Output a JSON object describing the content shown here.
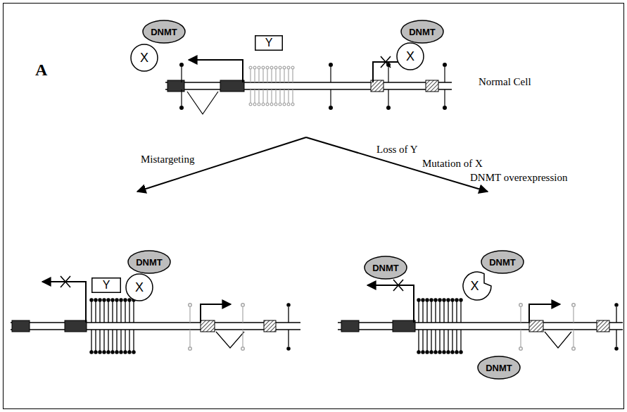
{
  "diagram": {
    "nodes": [
      {
        "text": [
          "DNMT"
        ]
      },
      {
        "text": [
          "X"
        ]
      },
      {
        "text": [
          "Y"
        ]
      },
      {
        "text": [
          "DNMT"
        ]
      },
      {
        "text": [
          "X"
        ]
      },
      {
        "text": [
          "DNMT"
        ]
      },
      {
        "text": [
          "Y"
        ]
      },
      {
        "text": [
          "X"
        ]
      },
      {
        "text": [
          "DNMT"
        ]
      },
      {
        "text": [
          "DNMT"
        ]
      },
      {
        "text": [
          "X"
        ]
      },
      {
        "text": [
          "DNMT"
        ]
      }
    ],
    "labels": [
      "A",
      "Normal Cell",
      "Mistargeting",
      "Loss of Y",
      "Mutation of X",
      "DNMT overexpression"
    ]
  }
}
